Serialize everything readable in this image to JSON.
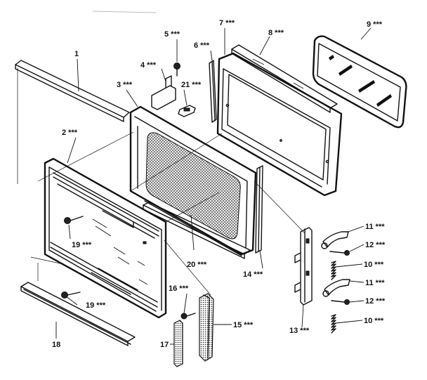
{
  "diagram": {
    "callouts": [
      {
        "id": "1",
        "text": "1"
      },
      {
        "id": "2",
        "text": "2 ***"
      },
      {
        "id": "3",
        "text": "3 ***"
      },
      {
        "id": "4",
        "text": "4 ***"
      },
      {
        "id": "5",
        "text": "5 ***"
      },
      {
        "id": "6",
        "text": "6 ***"
      },
      {
        "id": "7",
        "text": "7 ***"
      },
      {
        "id": "8",
        "text": "8 ***"
      },
      {
        "id": "9",
        "text": "9 ***"
      },
      {
        "id": "21",
        "text": "21 ***"
      },
      {
        "id": "19a",
        "text": "19 ***"
      },
      {
        "id": "19b",
        "text": "19 ***"
      },
      {
        "id": "20",
        "text": "20 ***"
      },
      {
        "id": "14",
        "text": "14 ***"
      },
      {
        "id": "11a",
        "text": "11 ***"
      },
      {
        "id": "12a",
        "text": "12 ***"
      },
      {
        "id": "10a",
        "text": "10 ***"
      },
      {
        "id": "11b",
        "text": "11 ***"
      },
      {
        "id": "12b",
        "text": "12 ***"
      },
      {
        "id": "10b",
        "text": "10 ***"
      },
      {
        "id": "13",
        "text": "13 ***"
      },
      {
        "id": "16",
        "text": "16 ***"
      },
      {
        "id": "15",
        "text": "15 ***"
      },
      {
        "id": "17",
        "text": "17"
      },
      {
        "id": "18",
        "text": "18"
      }
    ]
  }
}
